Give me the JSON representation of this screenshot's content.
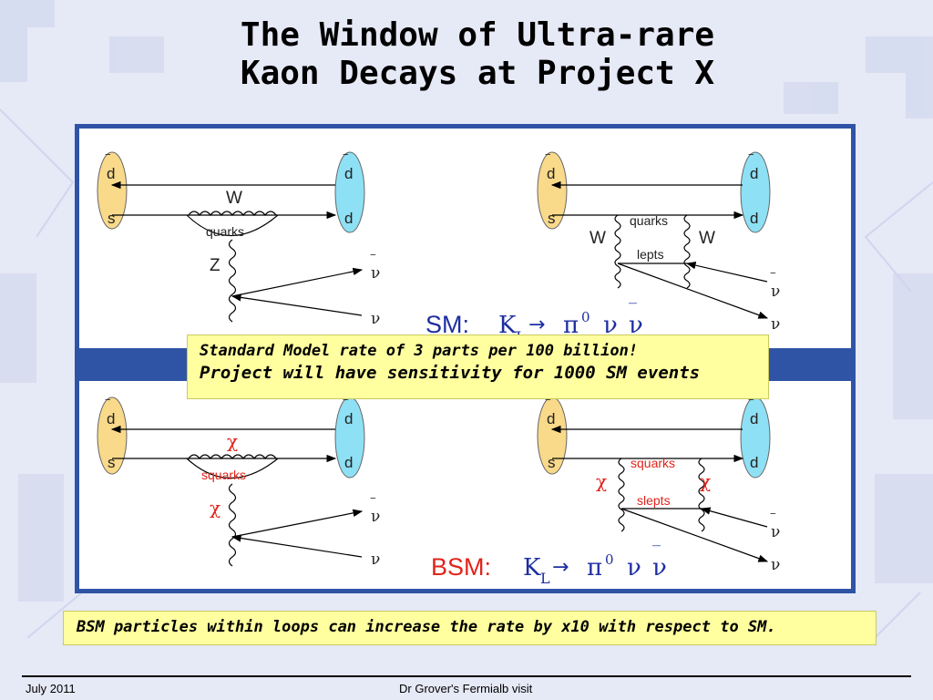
{
  "slide": {
    "title_line1": "The Window of Ultra-rare",
    "title_line2": "Kaon Decays at Project X",
    "note_line1": "Standard Model rate of 3 parts per 100 billion!",
    "note_line2": "Project will have sensitivity for 1000 SM events",
    "bottom_note": "BSM particles within loops can increase the rate by x10 with respect to SM.",
    "footer_left": "July 2011",
    "footer_center": "Dr Grover's Fermialb visit"
  },
  "colors": {
    "quark_left": "#f9d98a",
    "quark_right": "#8ee0f5",
    "panel_blue": "#2f54a6",
    "note_yellow": "#ffffa0",
    "sm_text": "#1e2ea0",
    "bsm_text": "#e0241b",
    "kaon_text": "#1e2ea0"
  },
  "diagrams": {
    "sm": {
      "penguin": {
        "left_top": "d",
        "left_bottom": "s",
        "right_top": "d",
        "right_bottom": "d",
        "boson": "W",
        "loop": "quarks",
        "propagator": "Z",
        "nu_bar": "ν",
        "nu": "ν"
      },
      "box": {
        "left_top": "d",
        "left_bottom": "s",
        "right_top": "d",
        "right_bottom": "d",
        "loop_top": "quarks",
        "loop_bottom": "lepts",
        "boson_left": "W",
        "boson_right": "W",
        "nu_bar": "ν",
        "nu": "ν"
      },
      "label": "SM:",
      "process": "K",
      "process_sub": "L",
      "arrow": "→",
      "products": "π",
      "products_sup": "0",
      "nu1": "ν",
      "nu2": "ν"
    },
    "bsm": {
      "penguin": {
        "left_top": "d",
        "left_bottom": "s",
        "right_top": "d",
        "right_bottom": "d",
        "boson": "χ",
        "loop": "squarks",
        "propagator": "χ",
        "nu_bar": "ν",
        "nu": "ν"
      },
      "box": {
        "left_top": "d",
        "left_bottom": "s",
        "right_top": "d",
        "right_bottom": "d",
        "loop_top": "squarks",
        "loop_bottom": "slepts",
        "boson_left": "χ",
        "boson_right": "χ",
        "nu_bar": "ν",
        "nu": "ν"
      },
      "label": "BSM:",
      "process": "K",
      "process_sub": "L",
      "arrow": "→",
      "products": "π",
      "products_sup": "0",
      "nu1": "ν",
      "nu2": "ν"
    }
  }
}
